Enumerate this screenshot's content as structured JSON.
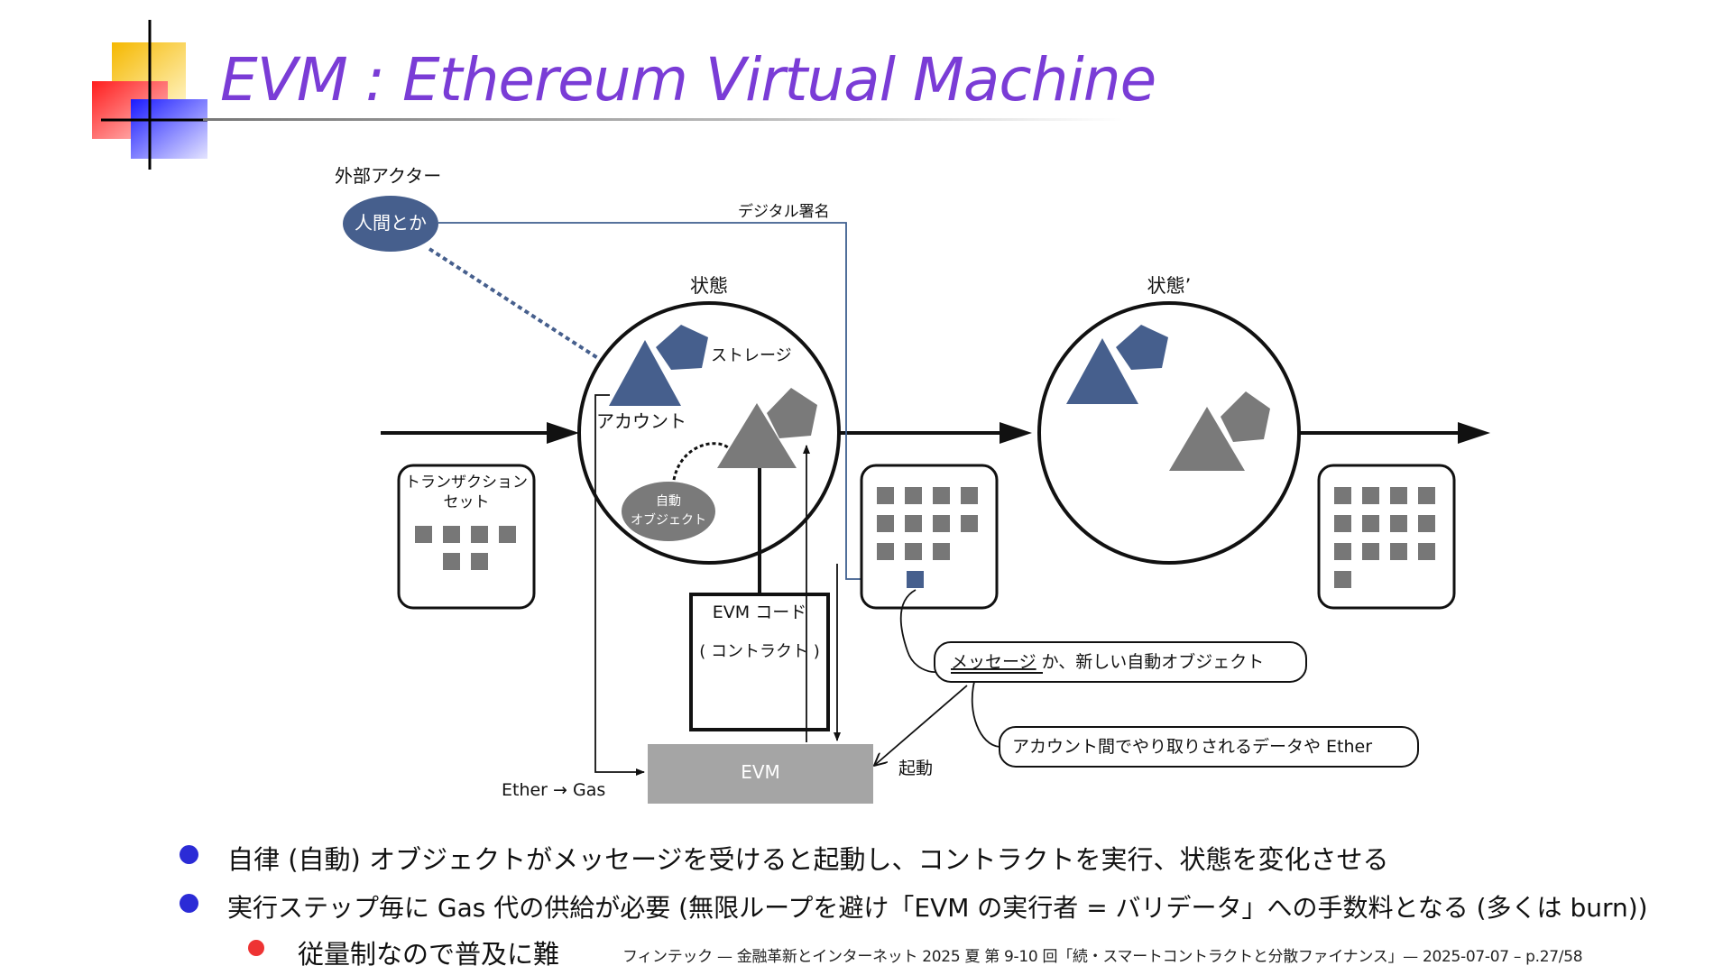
{
  "slide": {
    "title": "EVM : Ethereum Virtual Machine"
  },
  "diagram": {
    "external_actor_label": "外部アクター",
    "human_label": "人間とか",
    "digital_signature_label": "デジタル署名",
    "state_label": "状態",
    "state_prime_label": "状態’",
    "storage_label": "ストレージ",
    "account_label": "アカウント",
    "auto_object_line1": "自動",
    "auto_object_line2": "オブジェクト",
    "tx_set_line1": "トランザクション",
    "tx_set_line2": "セット",
    "evm_code_line1": "EVM コード",
    "evm_code_line2": "( コントラクト )",
    "evm_label": "EVM",
    "ether_gas_label": "Ether → Gas",
    "start_label": "起動",
    "callout1_underlined": "メッセージ",
    "callout1_rest": " か、新しい自動オブジェクト",
    "callout2": "アカウント間でやり取りされるデータや Ether",
    "colors": {
      "blue_shape": "#465f8d",
      "gray_shape": "#777777",
      "evm_box": "#a5a5a5",
      "line_blue": "#3e5f8f"
    }
  },
  "bullets": [
    {
      "text": "自律 (自動) オブジェクトがメッセージを受けると起動し、コントラクトを実行、状態を変化させる",
      "color": "#2b2bd6"
    },
    {
      "text": "実行ステップ毎に Gas 代の供給が必要 (無限ループを避け「EVM の実行者 = バリデータ」への手数料となる (多くは burn))",
      "color": "#2b2bd6"
    }
  ],
  "sub_bullet": {
    "text": "従量制なので普及に難",
    "color": "#ee3333"
  },
  "footer": "フィンテック — 金融革新とインターネット 2025 夏 第 9-10 回「続・スマートコントラクトと分散ファイナンス」— 2025-07-07 – p.27/58"
}
